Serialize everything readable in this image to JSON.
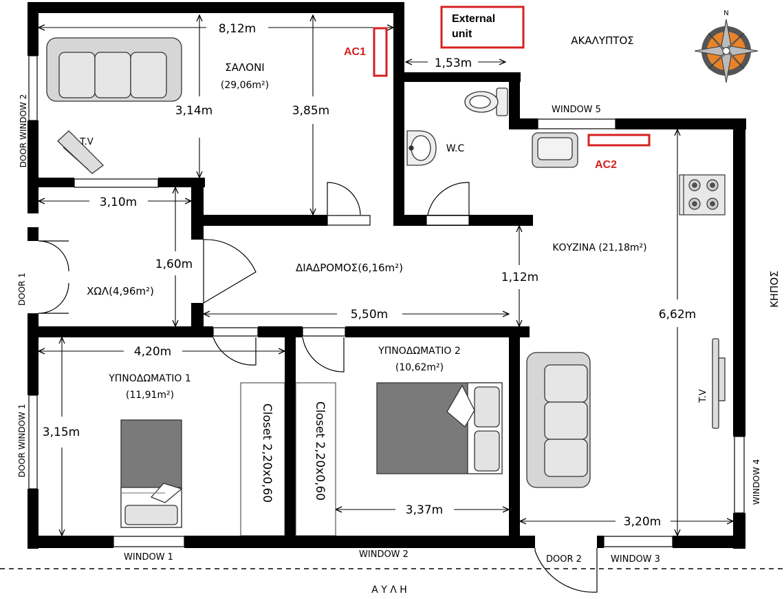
{
  "rooms": {
    "saloni": {
      "name": "ΣΑΛΟΝΙ",
      "area": "(29,06m²)"
    },
    "wc": {
      "name": "W.C"
    },
    "kouzina": {
      "name": "ΚΟΥΖΙΝΑ (21,18m²)"
    },
    "diadromos": {
      "name": "ΔΙΑΔΡΟΜΟΣ(6,16m²)"
    },
    "hol": {
      "name": "ΧΩΛ(4,96m²)"
    },
    "ypnodomatio1": {
      "name": "ΥΠΝΟΔΩΜΑΤΙΟ 1",
      "area": "(11,91m²)"
    },
    "ypnodomatio2": {
      "name": "ΥΠΝΟΔΩΜΑΤΙΟ 2",
      "area": "(10,62m²)"
    }
  },
  "dimensions": {
    "d_8_12": "8,12m",
    "d_1_53": "1,53m",
    "d_3_14": "3,14m",
    "d_3_85": "3,85m",
    "d_3_10": "3,10m",
    "d_1_60": "1,60m",
    "d_1_12": "1,12m",
    "d_5_50": "5,50m",
    "d_6_62": "6,62m",
    "d_4_20": "4,20m",
    "d_3_15": "3,15m",
    "d_3_37": "3,37m",
    "d_3_20": "3,20m"
  },
  "openings": {
    "door_window_2": "DOOR WINDOW 2",
    "door_1": "DOOR 1",
    "door_window_1": "DOOR WINDOW 1",
    "window_1": "WINDOW 1",
    "window_2": "WINDOW 2",
    "window_3": "WINDOW 3",
    "window_4": "WINDOW 4",
    "window_5": "WINDOW 5",
    "door_2": "DOOR 2"
  },
  "furniture": {
    "tv1": "T.V",
    "tv2": "T.V",
    "closet1": "Closet 2,20x0,60",
    "closet2": "Closet 2,20x0,60"
  },
  "surroundings": {
    "akalyptos": "ΑΚΑΛΥΠΤΟΣ",
    "kipos": "ΚΗΠΟΣ",
    "avli": "Α Υ Λ Η",
    "north": "N"
  },
  "annotations": {
    "external_unit_line1": "External",
    "external_unit_line2": "unit",
    "ac1": "AC1",
    "ac2": "AC2",
    "accent_color": "#d62020"
  }
}
